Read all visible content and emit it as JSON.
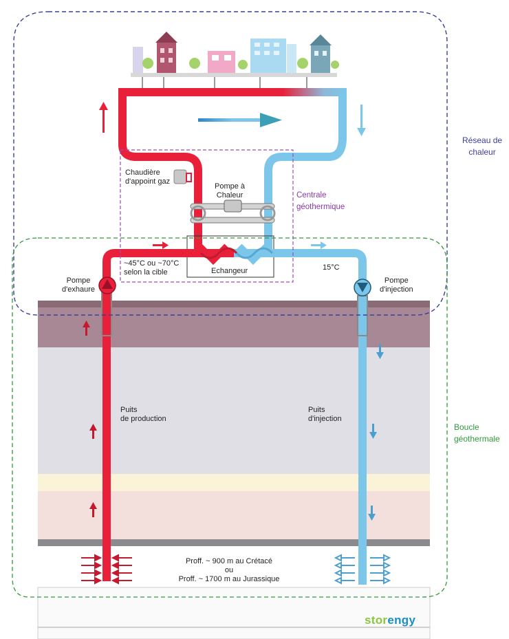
{
  "labels": {
    "reseau_line1": "Réseau de",
    "reseau_line2": "chaleur",
    "centrale_line1": "Centrale",
    "centrale_line2": "géothermique",
    "boucle_line1": "Boucle",
    "boucle_line2": "géothermale",
    "chaudiere_line1": "Chaudière",
    "chaudiere_line2": "d'appoint gaz",
    "pompe_chaleur_line1": "Pompe à",
    "pompe_chaleur_line2": "Chaleur",
    "echangeur": "Echangeur",
    "temp_hot_line1": "~45°C  ou ~70°C",
    "temp_hot_line2": "selon la cible",
    "temp_cold": "15°C",
    "pompe_exhaure_line1": "Pompe",
    "pompe_exhaure_line2": "d'exhaure",
    "pompe_injection_line1": "Pompe",
    "pompe_injection_line2": "d'injection",
    "puits_prod_line1": "Puits",
    "puits_prod_line2": "de production",
    "puits_inj_line1": "Puits",
    "puits_inj_line2": "d'injection",
    "depth_line1": "Proff. ~ 900 m au Crétacé",
    "depth_line2": "ou",
    "depth_line3": "Proff. ~ 1700 m au Jurassique"
  },
  "brand": {
    "part1": "stor",
    "part2": "engy",
    "part1_color": "#8cc63f",
    "part2_color": "#1a8fc4"
  },
  "colors": {
    "hot": "#e8203a",
    "cold": "#7cc6ea",
    "reseau": "#3b3f98",
    "centrale": "#8a3aa8",
    "boucle": "#2e9a3a"
  },
  "icons": {
    "exhaure_pump": "pump-up-icon",
    "injection_pump": "pump-down-icon",
    "boiler": "boiler-icon",
    "heat_pump": "heat-pump-icon",
    "city": "city-buildings-icon"
  }
}
